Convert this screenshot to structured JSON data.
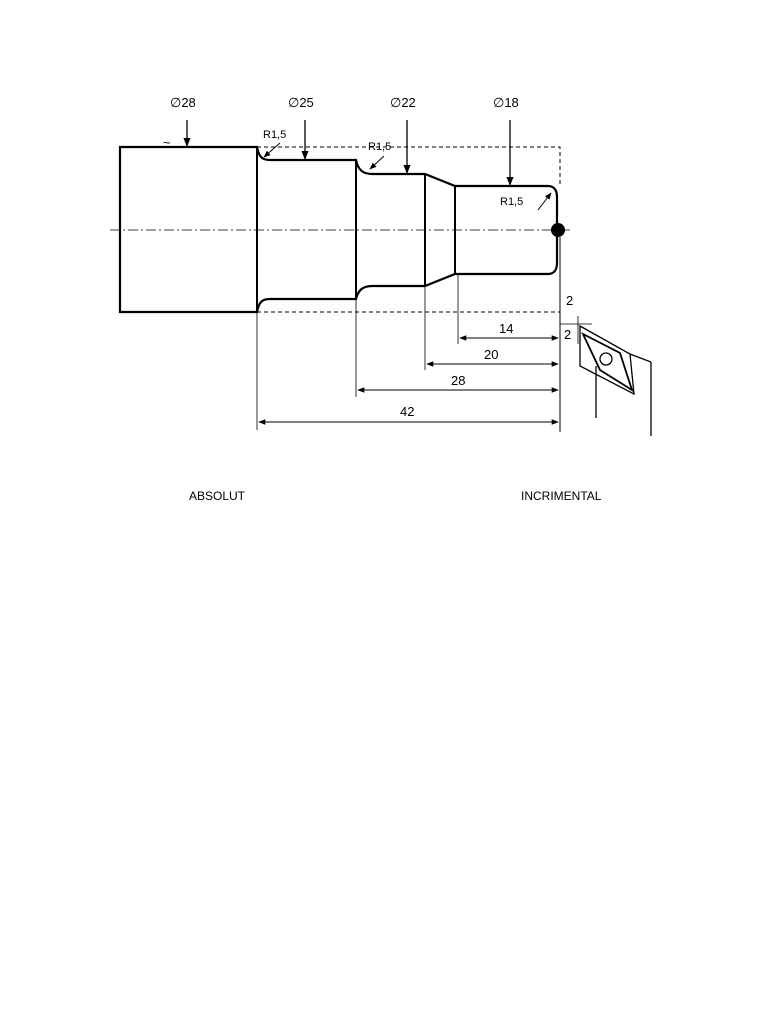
{
  "drawing": {
    "diameters": [
      "∅28",
      "∅25",
      "∅22",
      "∅18"
    ],
    "radius_labels": [
      "R1,5",
      "R1,5",
      "R1,5"
    ],
    "tilde": "~",
    "dimensions": [
      "14",
      "20",
      "28",
      "42"
    ],
    "tool_offsets": [
      "2",
      "2"
    ]
  },
  "labels": {
    "absolut": "ABSOLUT",
    "incremental": "INCRIMENTAL"
  }
}
